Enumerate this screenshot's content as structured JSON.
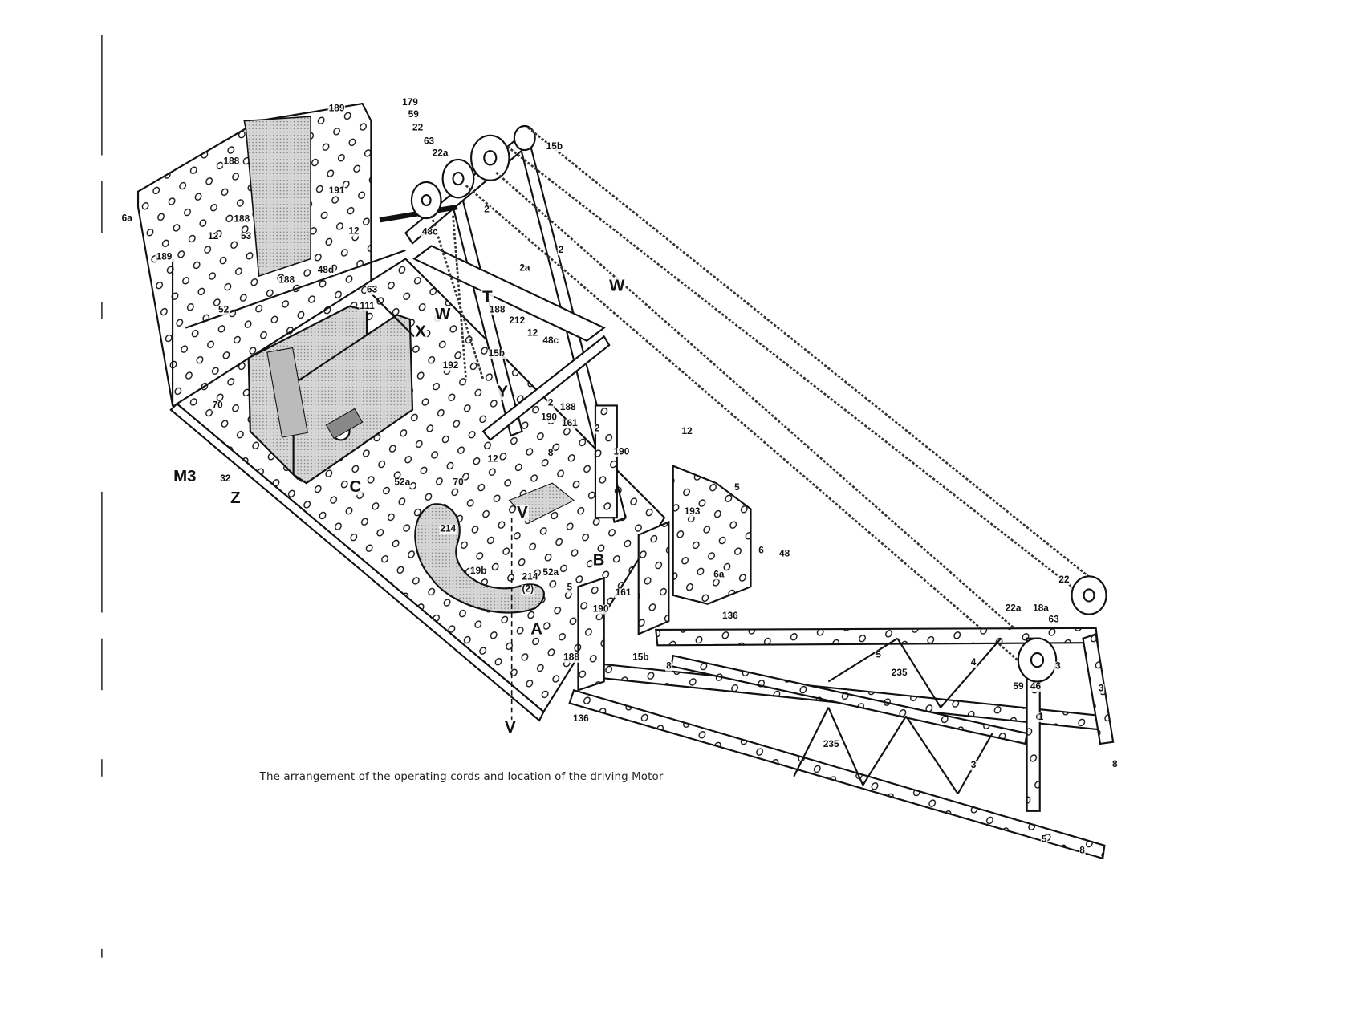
{
  "caption": "The arrangement of the operating cords and location of the driving Motor",
  "labels": [
    "189",
    "188",
    "191",
    "6a",
    "12",
    "53",
    "188",
    "189",
    "12",
    "48d",
    "188",
    "63",
    "111",
    "52",
    "179",
    "59",
    "22",
    "63",
    "22a",
    "15b",
    "48c",
    "2",
    "2a",
    "W",
    "T",
    "188",
    "W",
    "212",
    "12",
    "48c",
    "X",
    "15b",
    "192",
    "Y",
    "70",
    "M3",
    "32",
    "Z",
    "C",
    "52a",
    "70",
    "2",
    "188",
    "190",
    "161",
    "12",
    "8",
    "190",
    "2",
    "12",
    "5",
    "193",
    "6",
    "48",
    "V",
    "214",
    "19b",
    "52a",
    "B",
    "214",
    "(2)",
    "5",
    "6a",
    "161",
    "190",
    "136",
    "A",
    "188",
    "15b",
    "8",
    "235",
    "5",
    "4",
    "22",
    "22a",
    "18a",
    "63",
    "59",
    "46",
    "3",
    "3",
    "1",
    "136",
    "V",
    "235",
    "3",
    "5",
    "8",
    "8",
    "2"
  ]
}
